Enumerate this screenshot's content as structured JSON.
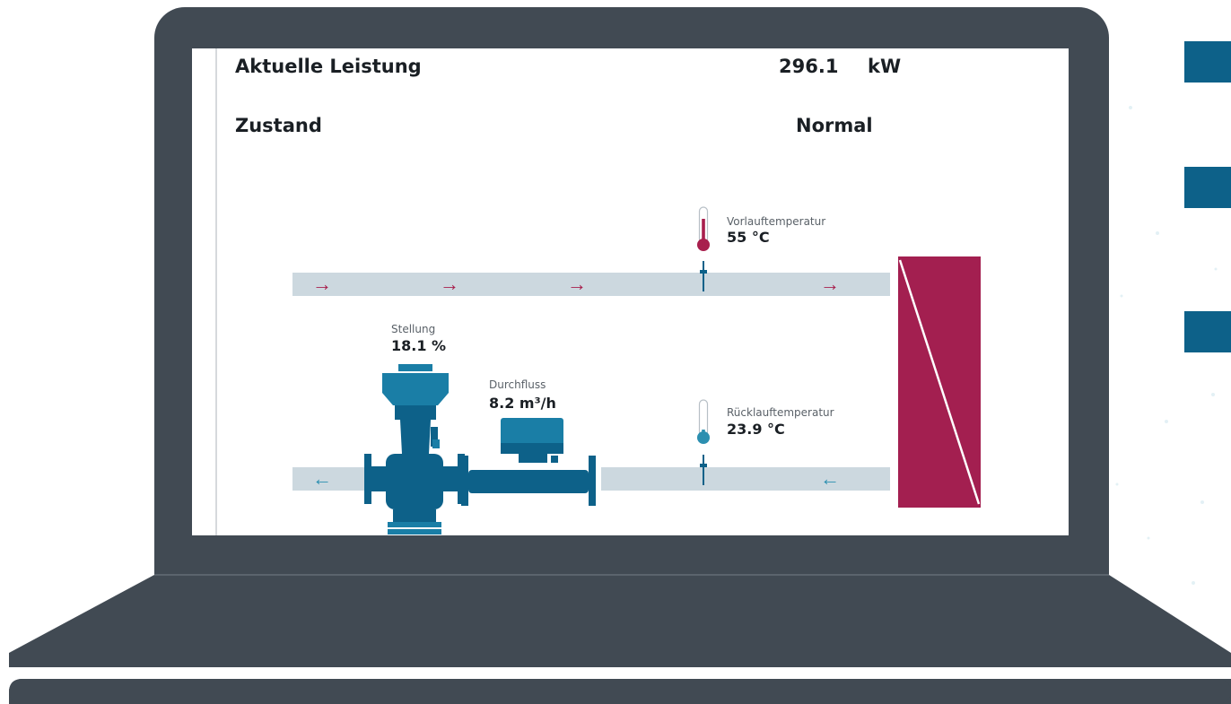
{
  "dashboard": {
    "power_label": "Aktuelle Leistung",
    "power_value": "296.1",
    "power_unit": "kW",
    "state_label": "Zustand",
    "state_value": "Normal"
  },
  "schematic": {
    "supply_temp_label": "Vorlauftemperatur",
    "supply_temp_value": "55 °C",
    "return_temp_label": "Rücklauftemperatur",
    "return_temp_value": "23.9 °C",
    "valve_position_label": "Stellung",
    "valve_position_value": "18.1 %",
    "flow_label": "Durchfluss",
    "flow_value": "8.2 m³/h",
    "supply_arrow": "→",
    "return_arrow": "←"
  },
  "colors": {
    "laptop": "#414a53",
    "supply": "#a81f4d",
    "return": "#2c8fb0",
    "pipe": "#ccd8df",
    "device": "#0d6189",
    "exchanger": "#a31f50"
  },
  "icons": [
    "thermometer-icon",
    "valve-icon",
    "flow-meter-icon",
    "heat-exchanger-icon",
    "temperature-sensor-icon"
  ]
}
